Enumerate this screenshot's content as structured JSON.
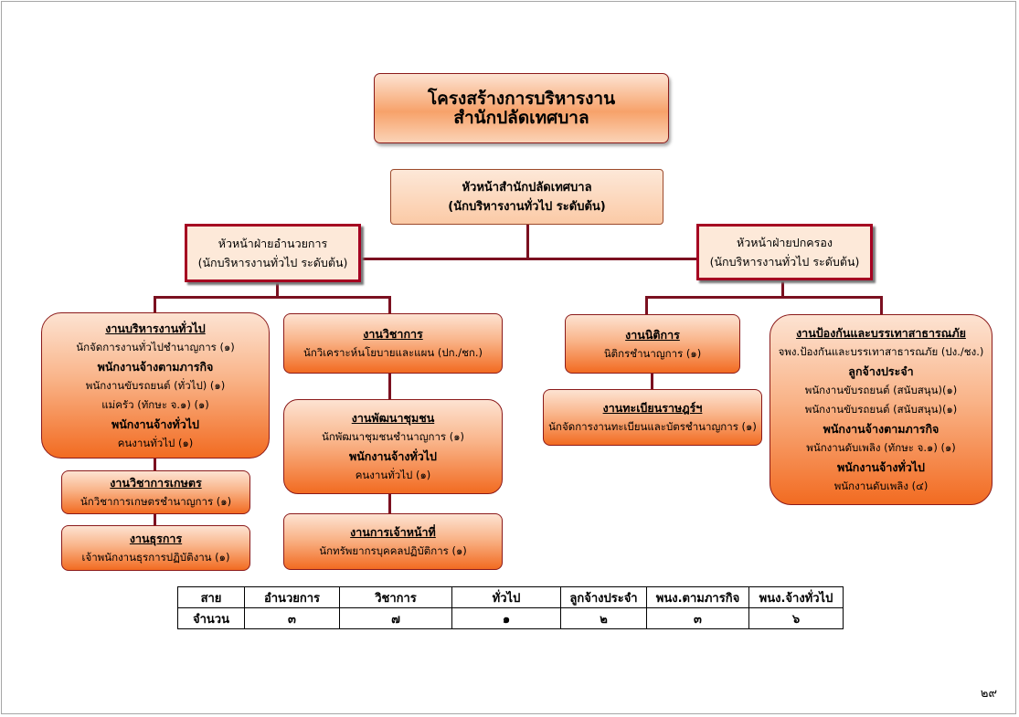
{
  "title": {
    "line1": "โครงสร้างการบริหารงาน",
    "line2": "สำนักปลัดเทศบาล"
  },
  "head": {
    "line1": "หัวหน้าสำนักปลัดเทศบาล",
    "line2": "(นักบริหารงานทั่วไป ระดับต้น)"
  },
  "left_div": {
    "line1": "หัวหน้าฝ่ายอำนวยการ",
    "line2": "(นักบริหารงานทั่วไป ระดับต้น)"
  },
  "right_div": {
    "line1": "หัวหน้าฝ่ายปกครอง",
    "line2": "(นักบริหารงานทั่วไป ระดับต้น)"
  },
  "general_admin": {
    "heading": "งานบริหารงานทั่วไป",
    "l1": "นักจัดการงานทั่วไปชำนาญการ (๑)",
    "l2": "พนักงานจ้างตามภารกิจ",
    "l3": "พนักงานขับรถยนต์ (ทั่วไป) (๑)",
    "l4": "แม่ครัว (ทักษะ จ.๑) (๑)",
    "l5": "พนักงานจ้างทั่วไป",
    "l6": "คนงานทั่วไป  (๑)"
  },
  "agri": {
    "heading": "งานวิชาการเกษตร",
    "l1": "นักวิชาการเกษตรชำนาญการ (๑)"
  },
  "clerical": {
    "heading": "งานธุรการ",
    "l1": "เจ้าพนักงานธุรการปฏิบัติงาน (๑)"
  },
  "academic": {
    "heading": "งานวิชาการ",
    "l1": "นักวิเคราะห์นโยบายและแผน (ปก./ชก.)"
  },
  "community": {
    "heading": "งานพัฒนาชุมชน",
    "l1": "นักพัฒนาชุมชนชำนาญการ (๑)",
    "l2": "พนักงานจ้างทั่วไป",
    "l3": "คนงานทั่วไป (๑)"
  },
  "personnel": {
    "heading": "งานการเจ้าหน้าที่",
    "l1": "นักทรัพยากรบุคคลปฏิบัติการ (๑)"
  },
  "legal": {
    "heading": "งานนิติการ",
    "l1": "นิติกรชำนาญการ (๑)"
  },
  "registration": {
    "heading": "งานทะเบียนราษฎร์ฯ",
    "l1": "นักจัดการงานทะเบียนและบัตรชำนาญการ (๑)"
  },
  "disaster": {
    "heading": "งานป้องกันและบรรเทาสาธารณภัย",
    "l1": "จพง.ป้องกันและบรรเทาสาธารณภัย (ปง./ชง.)",
    "l2": "ลูกจ้างประจำ",
    "l3": "พนักงานขับรถยนต์ (สนับสนุน)(๑)",
    "l4": "พนักงานขับรถยนต์ (สนับสนุน)(๑)",
    "l5": "พนักงานจ้างตามภารกิจ",
    "l6": "พนักงานดับเพลิง (ทักษะ จ.๑) (๑)",
    "l7": "พนักงานจ้างทั่วไป",
    "l8": "พนักงานดับเพลิง (๔)"
  },
  "summary": {
    "headers": [
      "สาย",
      "อำนวยการ",
      "วิชาการ",
      "ทั่วไป",
      "ลูกจ้างประจำ",
      "พนง.ตามภารกิจ",
      "พนง.จ้างทั่วไป"
    ],
    "row": [
      "จำนวน",
      "๓",
      "๗",
      "๑",
      "๒",
      "๓",
      "๖"
    ]
  },
  "page_number": "๒๙"
}
